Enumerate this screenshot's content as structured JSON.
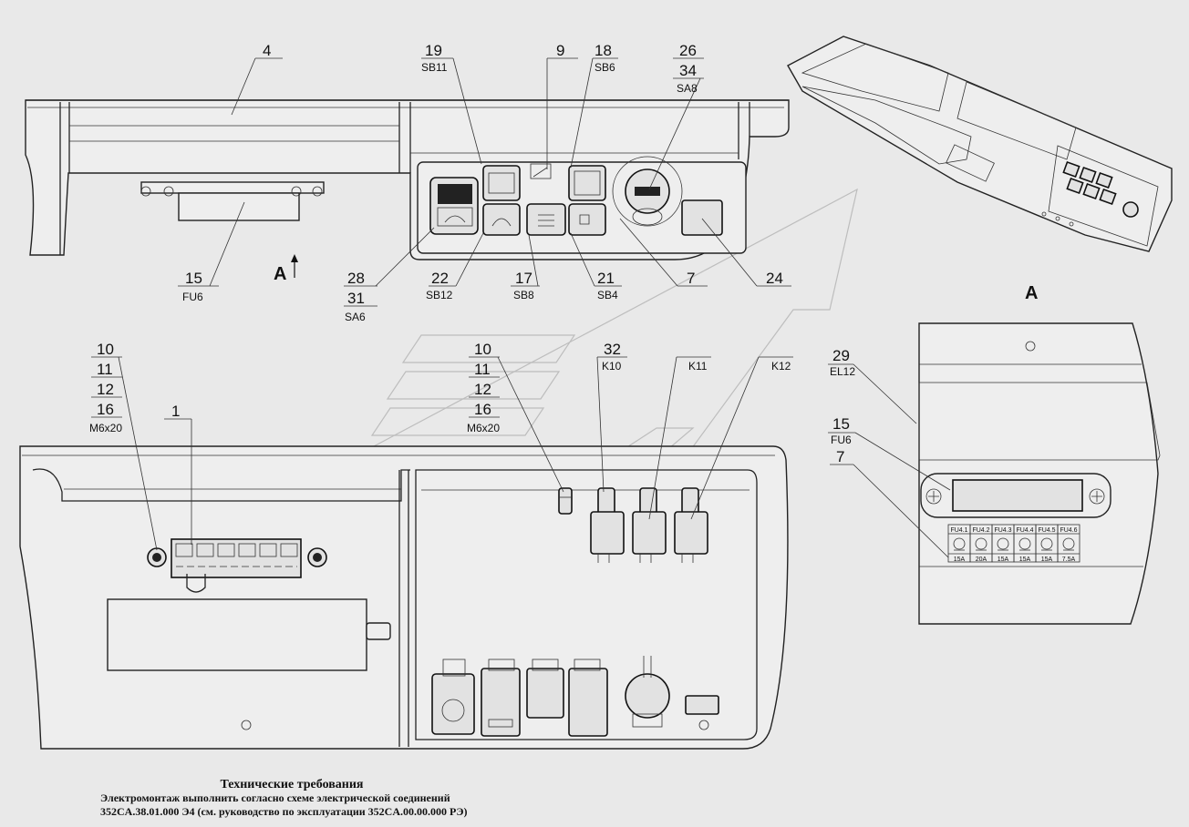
{
  "callouts": {
    "c4": "4",
    "c19": "19",
    "sb11": "SB11",
    "c9": "9",
    "c18": "18",
    "sb6": "SB6",
    "c26": "26",
    "c34": "34",
    "sa8": "SA8",
    "c15": "15",
    "fu6": "FU6",
    "view_arrow": "A",
    "c28": "28",
    "c31": "31",
    "sa6": "SA6",
    "c22": "22",
    "sb12": "SB12",
    "c17": "17",
    "sb8": "SB8",
    "c21": "21",
    "sb4": "SB4",
    "c7": "7",
    "c24": "24",
    "view_title": "A",
    "l_c10": "10",
    "l_c11": "11",
    "l_c12": "12",
    "l_c16": "16",
    "l_m6x20": "M6x20",
    "c1": "1",
    "m_c10": "10",
    "m_c11": "11",
    "m_c12": "12",
    "m_c16": "16",
    "m_m6x20": "M6x20",
    "c32": "32",
    "k10": "K10",
    "k11": "K11",
    "k12": "K12",
    "c29": "29",
    "el12": "EL12",
    "v_c15": "15",
    "v_fu6": "FU6",
    "v_c7": "7"
  },
  "fuse_table": [
    {
      "name": "FU4.1",
      "rating": "15A",
      "icon": "headlight-icon"
    },
    {
      "name": "FU4.2",
      "rating": "20A",
      "icon": "lamp-icon"
    },
    {
      "name": "FU4.3",
      "rating": "15A",
      "icon": "wiper-icon"
    },
    {
      "name": "FU4.4",
      "rating": "15A",
      "icon": "washer-icon"
    },
    {
      "name": "FU4.5",
      "rating": "15A",
      "icon": "fan-icon"
    },
    {
      "name": "FU4.6",
      "rating": "7.5A",
      "icon": "beacon-icon"
    }
  ],
  "requirements": {
    "title": "Технические требования",
    "line1": "Электромонтаж выполнить согласно схеме электрической соединений",
    "line2": "352CA.38.01.000 Э4 (см. руководство по эксплуатации 352CA.00.00.000 РЭ)"
  },
  "colors": {
    "background": "#e9e9e9",
    "line": "#222222",
    "watermark": "#bdbdbd"
  }
}
